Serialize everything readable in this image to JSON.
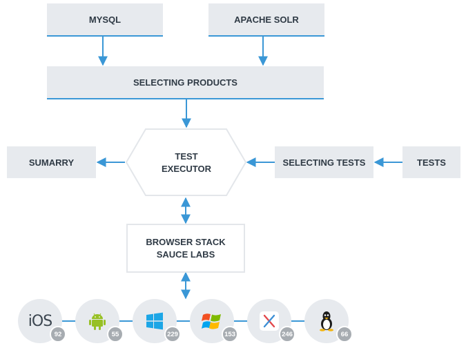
{
  "nodes": {
    "mysql": "MYSQL",
    "apache_solr": "APACHE SOLR",
    "selecting_products": "SELECTING PRODUCTS",
    "test_executor_line1": "TEST",
    "test_executor_line2": "EXECUTOR",
    "summary": "SUMARRY",
    "selecting_tests": "SELECTING TESTS",
    "tests": "TESTS",
    "browser_stack": "BROWSER STACK",
    "sauce_labs": "SAUCE LABS"
  },
  "platforms": [
    {
      "name": "ios",
      "label": "iOS",
      "count": "92",
      "icon": "ios-icon"
    },
    {
      "name": "android",
      "count": "55",
      "icon": "android-icon"
    },
    {
      "name": "windows-8",
      "count": "229",
      "icon": "windows-8-icon"
    },
    {
      "name": "windows-xp",
      "count": "153",
      "icon": "windows-xp-icon"
    },
    {
      "name": "mac-os-x",
      "count": "246",
      "icon": "mac-os-x-icon"
    },
    {
      "name": "linux",
      "count": "66",
      "icon": "linux-icon"
    }
  ],
  "colors": {
    "box_fill": "#e7eaee",
    "arrow_blue": "#3a97d6",
    "badge_gray": "#a7acb1",
    "text": "#2f3a45"
  }
}
